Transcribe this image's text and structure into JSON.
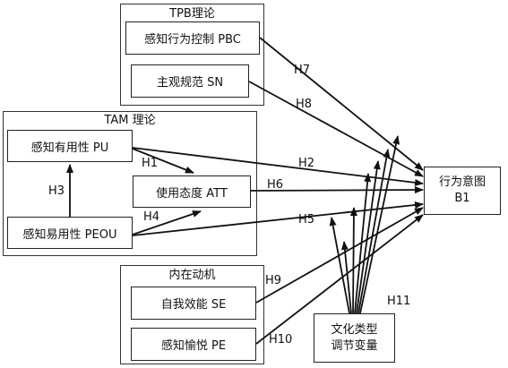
{
  "groups": {
    "tpb": "TPB理论",
    "tam": "TAM 理论",
    "intrinsic": "内在动机"
  },
  "nodes": {
    "pbc": "感知行为控制 PBC",
    "sn": "主观规范 SN",
    "pu": "感知有用性 PU",
    "att": "使用态度 ATT",
    "peou": "感知易用性 PEOU",
    "se": "自我效能 SE",
    "pe": "感知愉悦 PE",
    "bi_line1": "行为意图",
    "bi_line2": "B1",
    "mod_line1": "文化类型",
    "mod_line2": "调节变量"
  },
  "hypotheses": {
    "h1": "H1",
    "h2": "H2",
    "h3": "H3",
    "h4": "H4",
    "h5": "H5",
    "h6": "H6",
    "h7": "H7",
    "h8": "H8",
    "h9": "H9",
    "h10": "H10",
    "h11": "H11"
  }
}
